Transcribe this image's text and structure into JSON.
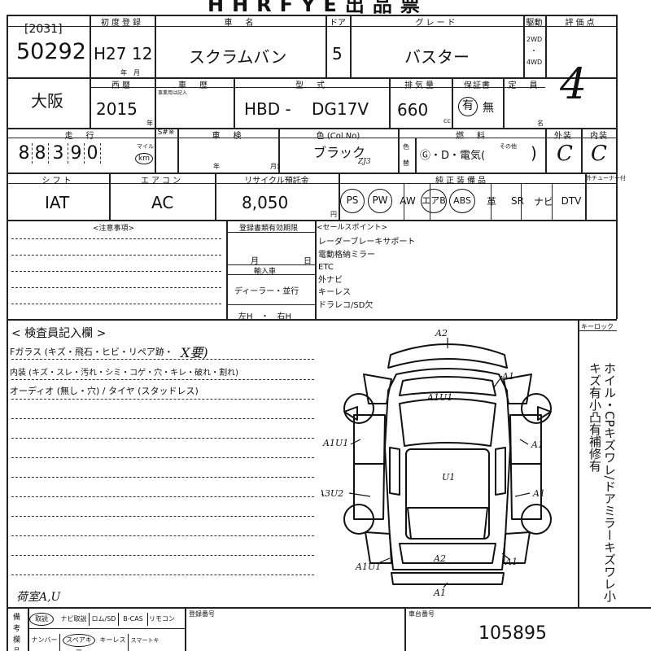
{
  "doc_title": "HHRFYE出品票",
  "header": {
    "lot_bracket": "[2031]",
    "lot_number": "50292",
    "first_reg_label": "初度登録",
    "first_reg_era": "H27",
    "first_reg_month": "12",
    "nen_tsuki": "年　月",
    "car_name_label": "車　名",
    "car_name": "スクラムバン",
    "door_label": "ドア",
    "doors": "5",
    "grade_label": "グレード",
    "grade": "バスター",
    "drive_label": "駆動",
    "drive_2wd": "2WD",
    "drive_dot": "・",
    "drive_4wd": "4WD",
    "score_label": "評価点",
    "score": "4"
  },
  "row2": {
    "region": "大阪",
    "year_label": "西暦",
    "year": "2015",
    "year_unit": "年",
    "body_label": "車　歴",
    "body_note": "事業用は記入",
    "model_label": "型　式",
    "model_prefix": "HBD -",
    "model_code": "DG17V",
    "cc_label": "排気量",
    "cc": "660",
    "cc_unit": "cc",
    "warranty_label": "保証書",
    "warranty_yes": "有",
    "warranty_no": "無",
    "capacity_label": "定　員",
    "capacity_unit": "名"
  },
  "row3": {
    "mileage_label": "走　行",
    "mileage_digits": [
      "8",
      "8",
      "3",
      "9",
      "0"
    ],
    "mileage_unit_mile": "マイル",
    "mileage_unit_km": "km",
    "s_label": "S#※",
    "inspection_label": "車　検",
    "ins_year": "年",
    "ins_month": "月)",
    "color_label": "色 (Col.No)",
    "color": "ブラック",
    "color_code": "ZJ3",
    "iro": "色",
    "kae": "替",
    "fuel_label": "燃　料",
    "fuel_options": "Ⓖ・D・電気(",
    "fuel_other": "その他",
    "fuel_close": ")",
    "exterior_label": "外装",
    "exterior": "C",
    "interior_label": "内装",
    "interior": "C"
  },
  "row4": {
    "shift_label": "シフト",
    "shift": "IAT",
    "ac_label": "エアコン",
    "ac": "AC",
    "recycle_label": "リサイクル預託金",
    "recycle": "8,050",
    "recycle_unit": "円",
    "equip_label": "純正装備品",
    "tuner_label": "外チューナー付",
    "equipment": [
      "PS",
      "PW",
      "AW",
      "エアB",
      "ABS",
      "革",
      "SR",
      "ナビ",
      "DTV"
    ]
  },
  "notes": {
    "caution_label": "<注意事項>",
    "reg_label": "登録書類有効期限",
    "reg_month": "月",
    "reg_day": "日",
    "import_label": "輸入車",
    "import_value": "ディーラー・並行",
    "handle": "左H　・　右H",
    "sales_label": "<セールスポイント>",
    "sales_points": [
      "レーダーブレーキサポート",
      "電動格納ミラー",
      "ETC",
      "外ナビ",
      "キーレス",
      "ドラレコ/SD欠"
    ]
  },
  "inspection": {
    "title": "< 検査員記入欄 >",
    "line1": "Fガラス (キズ・飛石・ヒビ・リペア跡・",
    "line1_mark": "X要)",
    "line2": "内装 (キズ・スレ・汚れ・シミ・コゲ・穴・キレ・破れ・割れ)",
    "line3": "オーディオ (無し・穴) / タイヤ (スタッドレス)",
    "handnote": "荷室A,U",
    "keylock_label": "キーロック",
    "vertical_note": "ホイル・CPキズワレ/ドアミラーキズワレ小キズ有小凸有補修有",
    "damage_marks": [
      "A2",
      "A1",
      "A1U1",
      "A1U1",
      "A1",
      "U1",
      "A3U2",
      "A1",
      "A1U1",
      "A2",
      "A1",
      "A1"
    ]
  },
  "footer": {
    "label_col": "備考",
    "label_col2": "欄",
    "label_col3": "品",
    "items_row1": [
      "取説",
      "ナビ取説",
      "ロム/SD",
      "B-CAS",
      "リモコン"
    ],
    "items_row2": [
      "ナンバー",
      "スペアキー",
      "キーレス",
      "スマートキー"
    ],
    "reg_no_label": "登録番号",
    "frame_label": "車台番号",
    "frame_no": "105895"
  }
}
